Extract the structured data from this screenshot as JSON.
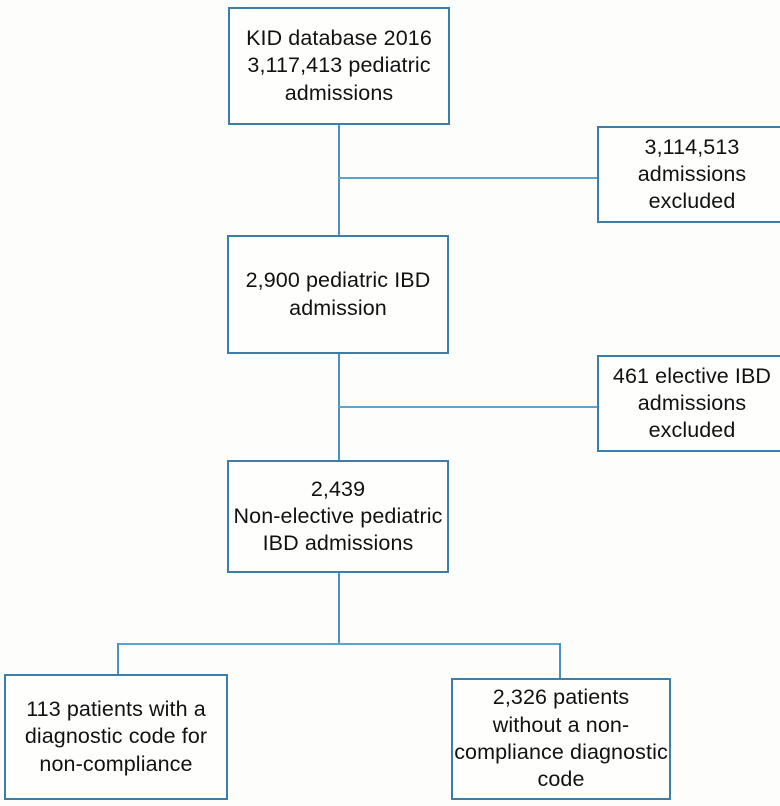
{
  "figure": {
    "type": "flowchart",
    "title": "Study cohort selection flow diagram",
    "orientation": "top-to-bottom",
    "colors": {
      "box_border": "#3d7ea8",
      "connector": "#5ba3d0",
      "box_fill": "#fefefd",
      "background": "#fdfdfb",
      "text": "#111111"
    }
  },
  "nodes": {
    "cohort_total": {
      "id": "box-cohort-total",
      "lines": [
        "KID database  2016",
        "3,117,413 pediatric",
        "admissions"
      ],
      "text": "KID database 2016 3,117,413 pediatric admissions",
      "value": 3117413,
      "label": "KID database 2016 pediatric admissions"
    },
    "excluded_all": {
      "id": "box-excluded-all",
      "lines": [
        "3,114,513",
        "admissions",
        "excluded"
      ],
      "text": "3,114,513 admissions excluded",
      "value": 3114513,
      "label": "admissions excluded"
    },
    "ibd_admissions": {
      "id": "box-ibd-admissions",
      "lines": [
        "2,900 pediatric  IBD",
        "admission"
      ],
      "text": "2,900 pediatric IBD admission",
      "value": 2900,
      "label": "pediatric IBD admission"
    },
    "excluded_elective": {
      "id": "box-excluded-elective",
      "lines": [
        "461 elective  IBD",
        "admissions",
        "excluded"
      ],
      "text": "461 elective IBD admissions excluded",
      "value": 461,
      "label": "elective IBD admissions excluded"
    },
    "nonelective": {
      "id": "box-nonelective",
      "lines": [
        "2,439",
        "Non-elective  pediatric",
        "IBD admissions"
      ],
      "text": "2,439 Non-elective pediatric IBD admissions",
      "value": 2439,
      "label": "Non-elective pediatric IBD admissions"
    },
    "with_code": {
      "id": "box-with-code",
      "lines": [
        "113 patients with a",
        "diagnostic code for",
        "non-compliance"
      ],
      "text": "113 patients with a diagnostic code for non-compliance",
      "value": 113,
      "label": "patients with a diagnostic code for non-compliance"
    },
    "without_code": {
      "id": "box-without-code",
      "lines": [
        "2,326 patients",
        "without a non-",
        "compliance diagnostic",
        "code"
      ],
      "text": "2,326 patients without a non-compliance diagnostic code",
      "value": 2326,
      "label": "patients without a non-compliance diagnostic code"
    }
  },
  "edges": [
    {
      "name": "cohort-total-to-ibd-admissions",
      "from": "cohort_total",
      "to": "ibd_admissions",
      "kind": "trunk"
    },
    {
      "name": "cohort-total-to-excluded-all",
      "from": "cohort_total",
      "to": "excluded_all",
      "kind": "branch"
    },
    {
      "name": "ibd-admissions-to-nonelective",
      "from": "ibd_admissions",
      "to": "nonelective",
      "kind": "trunk"
    },
    {
      "name": "ibd-admissions-to-excluded-elective",
      "from": "ibd_admissions",
      "to": "excluded_elective",
      "kind": "branch"
    },
    {
      "name": "nonelective-to-split",
      "from": "nonelective",
      "to": "split",
      "kind": "trunk"
    },
    {
      "name": "split-to-with-code",
      "from": "split",
      "to": "with_code",
      "kind": "drop"
    },
    {
      "name": "split-to-without-code",
      "from": "split",
      "to": "without_code",
      "kind": "drop"
    }
  ]
}
